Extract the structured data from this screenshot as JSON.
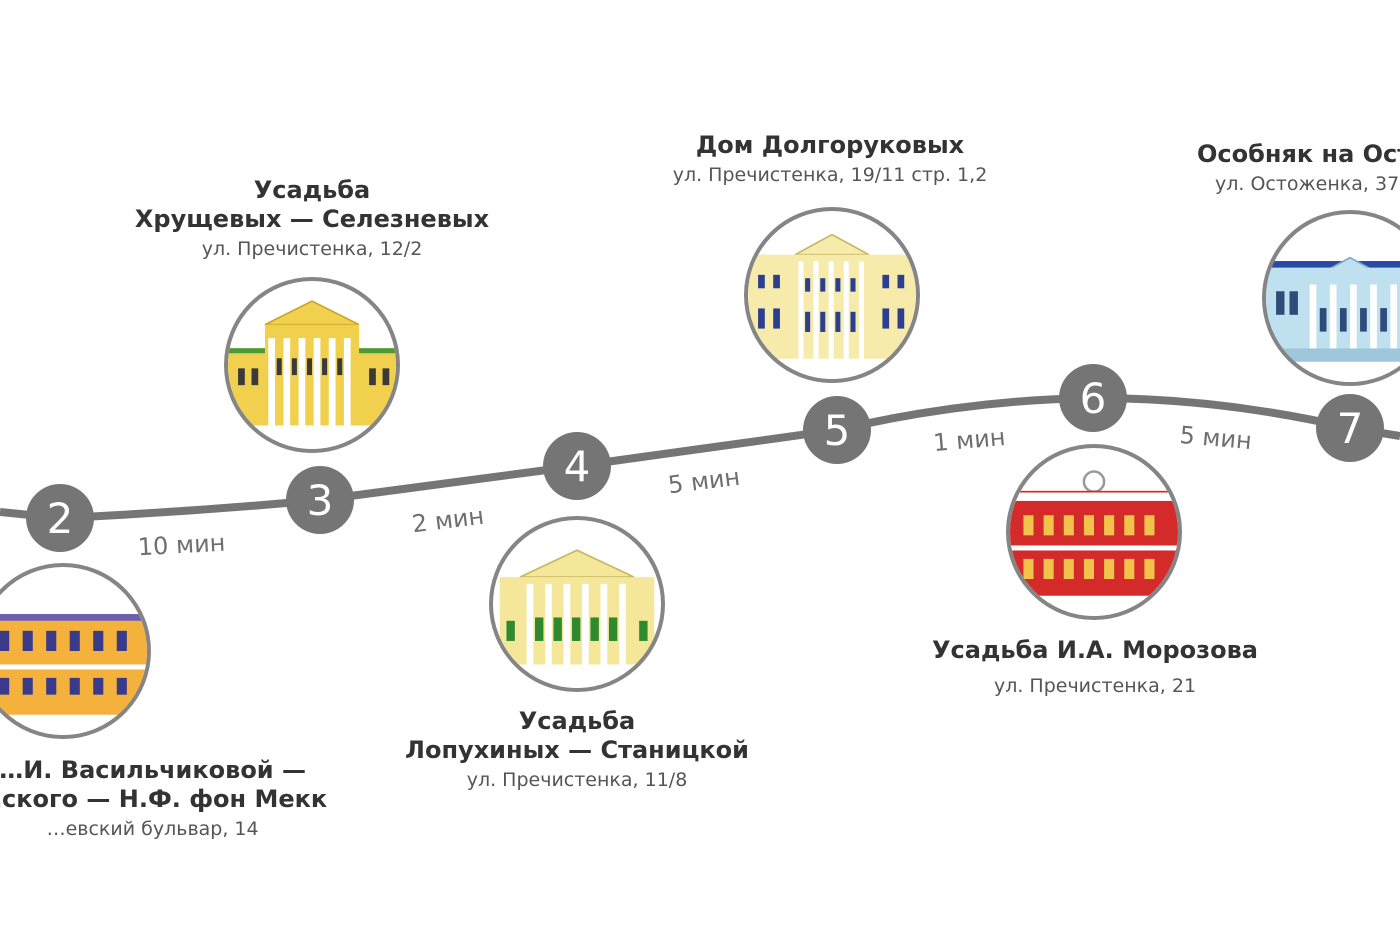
{
  "stops": [
    {
      "num": "2",
      "title": [
        "…И. Васильчиковой —",
        "…ского — Н.Ф. фон Мекк"
      ],
      "address": "…евский бульвар, 14",
      "illustration": "orange-mansion-icon",
      "facade": "#f4b23c"
    },
    {
      "num": "3",
      "title": [
        "Усадьба",
        "Хрущевых — Селезневых"
      ],
      "address": "ул. Пречистенка, 12/2",
      "illustration": "yellow-portico-mansion-icon",
      "facade": "#f1d04e"
    },
    {
      "num": "4",
      "title": [
        "Усадьба",
        "Лопухиных — Станицкой"
      ],
      "address": "ул. Пречистенка, 11/8",
      "illustration": "pale-yellow-portico-mansion-icon",
      "facade": "#f5e79a"
    },
    {
      "num": "5",
      "title": [
        "Дом Долгоруковых"
      ],
      "address": "ул. Пречистенка, 19/11 стр. 1,2",
      "illustration": "cream-colonnade-mansion-icon",
      "facade": "#f6ebaa"
    },
    {
      "num": "6",
      "title": [
        "Усадьба И.А. Морозова"
      ],
      "address": "ул. Пречистенка, 21",
      "illustration": "red-mansion-icon",
      "facade": "#d42a2a"
    },
    {
      "num": "7",
      "title": [
        "Особняк на Ост…"
      ],
      "address": "ул. Остоженка, 37…",
      "illustration": "blue-portico-mansion-icon",
      "facade": "#bfe0ee"
    }
  ],
  "durations": [
    "10 мин",
    "2 мин",
    "5 мин",
    "1 мин",
    "5 мин"
  ],
  "colors": {
    "route": "#757575",
    "marker": "#757575",
    "marker_text": "#ffffff",
    "duration_text": "#6f6f6f"
  }
}
